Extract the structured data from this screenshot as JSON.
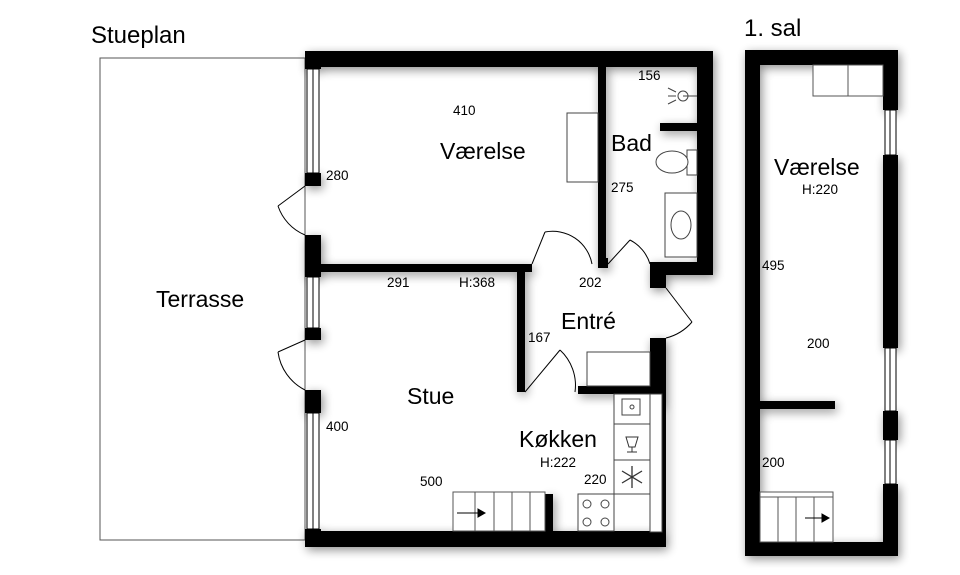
{
  "titles": {
    "ground": "Stueplan",
    "upper": "1. sal"
  },
  "rooms": {
    "vaerelse": "Værelse",
    "bad": "Bad",
    "entre": "Entré",
    "stue": "Stue",
    "kokken": "Køkken",
    "terrasse": "Terrasse",
    "vaerelse_upper": "Værelse"
  },
  "heights": {
    "stue": "H:368",
    "kokken": "H:222",
    "vaerelse_upper": "H:220"
  },
  "dimensions": {
    "vaerelse_width": "410",
    "vaerelse_depth": "280",
    "bad_width": "156",
    "bad_depth": "275",
    "stue_upper_width": "291",
    "entre_width": "202",
    "entre_depth": "167",
    "stue_depth": "400",
    "stue_width": "500",
    "kokken_width": "220",
    "upper_length": "495",
    "upper_width": "200",
    "upper_bottom": "200"
  }
}
